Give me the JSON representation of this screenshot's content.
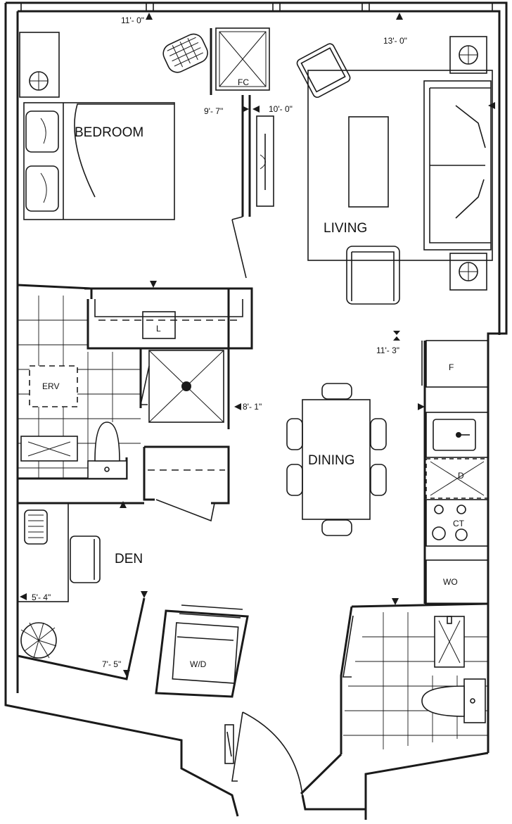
{
  "rooms": {
    "bedroom": "BEDROOM",
    "living": "LIVING",
    "dining": "DINING",
    "den": "DEN"
  },
  "dimensions": {
    "bedroom_width": "11'- 0\"",
    "bedroom_depth": "9'- 7\"",
    "living_width": "13'- 0\"",
    "living_depth": "10'- 0\"",
    "dining_width": "11'- 3\"",
    "dining_depth": "8'- 1\"",
    "den_width": "5'- 4\"",
    "den_depth": "7'- 5\""
  },
  "fixtures": {
    "fireplace_closet": "FC",
    "linen": "L",
    "erv": "ERV",
    "fridge": "F",
    "dishwasher": "D",
    "cooktop": "CT",
    "wall_oven": "WO",
    "washer_dryer": "W/D"
  },
  "colors": {
    "line": "#1a1a1a",
    "background": "#ffffff"
  }
}
